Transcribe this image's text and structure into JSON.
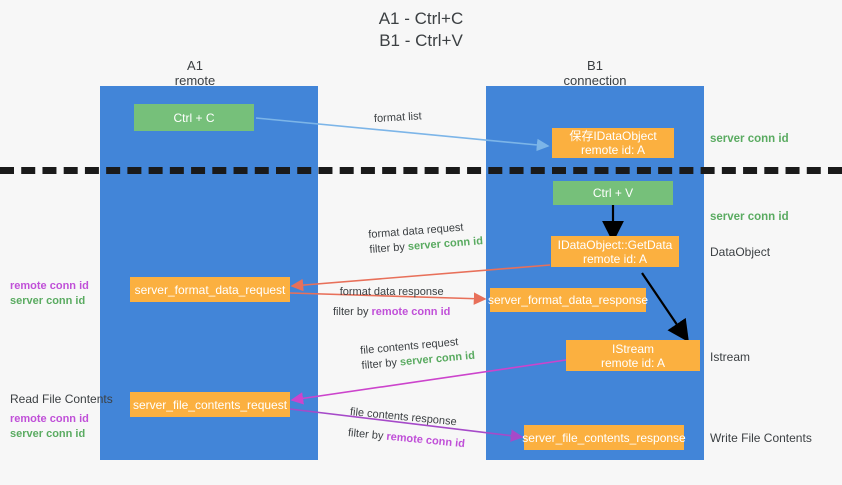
{
  "title": {
    "line1": "A1 - Ctrl+C",
    "line2": "B1 - Ctrl+V"
  },
  "lanes": [
    {
      "id": "a1",
      "name": "A1",
      "sub": "remote",
      "color": "#4285d8"
    },
    {
      "id": "b1",
      "name": "B1",
      "sub": "connection",
      "color": "#4285d8"
    }
  ],
  "nodes": {
    "ctrl_c": {
      "label": "Ctrl + C",
      "color": "#76c07a"
    },
    "ctrl_v": {
      "label": "Ctrl + V",
      "color": "#76c07a"
    },
    "idataobject": {
      "line1": "保存IDataObject",
      "line2": "remote id: A",
      "color": "#fbb040"
    },
    "getdata": {
      "line1": "IDataObject::GetData",
      "line2": "remote id: A",
      "color": "#fbb040"
    },
    "istream": {
      "line1": "IStream",
      "line2": "remote id: A",
      "color": "#fbb040"
    },
    "fmt_data_request": {
      "label": "server_format_data_request",
      "color": "#fbb040"
    },
    "fmt_data_response": {
      "label": "server_format_data_response",
      "color": "#fbb040"
    },
    "file_req": {
      "label": "server_file_contents_request",
      "color": "#fbb040"
    },
    "file_resp": {
      "label": "server_file_contents_response",
      "color": "#fbb040"
    }
  },
  "edges": {
    "format_list": {
      "label": "format list"
    },
    "fmt_req_l1": {
      "label": "format data request"
    },
    "fmt_req_l2_prefix": {
      "label": "filter by "
    },
    "fmt_req_l2_key": {
      "label": "server conn id"
    },
    "fmt_resp_l1": {
      "label": "format data response"
    },
    "fmt_resp_l2_prefix": {
      "label": "filter by "
    },
    "fmt_resp_l2_key": {
      "label": "remote conn id"
    },
    "file_req_l1": {
      "label": "file contents request"
    },
    "file_req_l2_prefix": {
      "label": "filter by "
    },
    "file_req_l2_key": {
      "label": "server conn id"
    },
    "file_resp_l1": {
      "label": "file contents response"
    },
    "file_resp_l2_prefix": {
      "label": "filter by "
    },
    "file_resp_l2_key": {
      "label": "remote conn id"
    }
  },
  "notes": {
    "right_conn_top": "server conn id",
    "right_conn_mid": "server conn id",
    "right_dataobject": "DataObject",
    "right_istream": "Istream",
    "right_writefile": "Write File Contents",
    "left_read_file": "Read File Contents",
    "left_remote_1": "remote conn id",
    "left_server_1": "server conn id",
    "left_remote_2": "remote conn id",
    "left_server_2": "server conn id"
  },
  "colors": {
    "lane": "#4285d8",
    "green_node": "#76c07a",
    "orange_node": "#fbb040",
    "server_conn": "#5aab61",
    "remote_conn": "#c050d8",
    "arrow_blue": "#7cb5e8",
    "arrow_red": "#e8705a",
    "arrow_magenta": "#cc44cc",
    "arrow_purple": "#a64ac9",
    "arrow_black": "#000000",
    "background": "#f7f7f7"
  }
}
